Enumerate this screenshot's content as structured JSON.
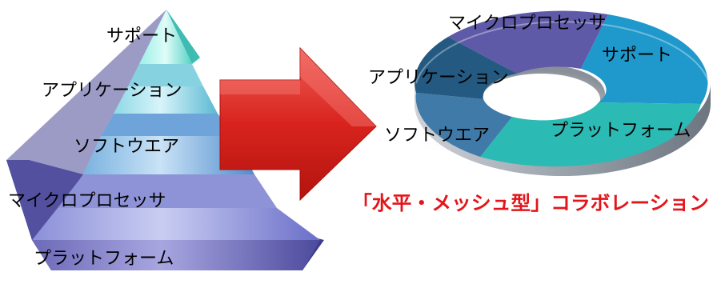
{
  "pyramid": {
    "levels": [
      {
        "label": "サポート"
      },
      {
        "label": "アプリケーション"
      },
      {
        "label": "ソフトウエア"
      },
      {
        "label": "マイクロプロセッサ"
      },
      {
        "label": "プラットフォーム"
      }
    ]
  },
  "ring": {
    "segments": [
      {
        "label": "マイクロプロセッサ"
      },
      {
        "label": "サポート"
      },
      {
        "label": "アプリケーション"
      },
      {
        "label": "ソフトウエア"
      },
      {
        "label": "プラットフォーム"
      }
    ]
  },
  "caption": {
    "text": "「水平・メッシュ型」コラボレーション"
  },
  "colors": {
    "caption": "#e3151a",
    "arrow": "#d8231d",
    "ring_teal": "#2ab9b4",
    "ring_blue": "#1893c8",
    "ring_purple": "#5c55a6",
    "ring_navy": "#23527a"
  }
}
